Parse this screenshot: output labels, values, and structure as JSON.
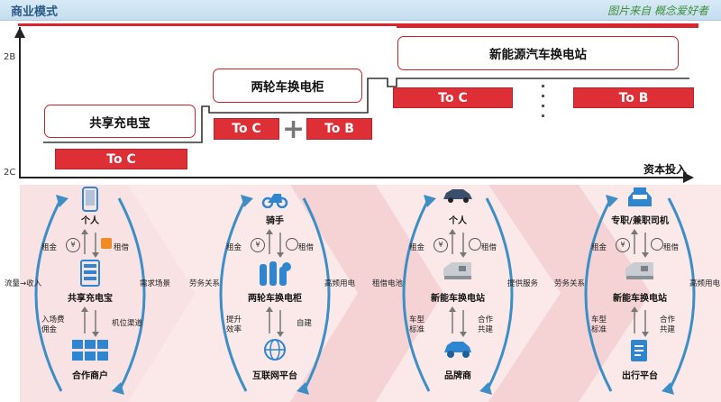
{
  "header": {
    "title": "商业模式",
    "brand": "图片来自 概念爱好者"
  },
  "axes": {
    "y_top": "2B",
    "y_bottom": "2C",
    "x_label": "资本投入"
  },
  "stages": {
    "stage1": "共享充电宝",
    "stage2": "两轮车换电柜",
    "stage3": "新能源汽车换电站"
  },
  "tags": {
    "s1_toc": "To C",
    "s2_toc": "To C",
    "s2_tob": "To B",
    "s3_toc": "To C",
    "s3_tob": "To B",
    "plus": "+"
  },
  "panels": [
    {
      "left_side": "流量→收入",
      "right_side": "需求场景",
      "top": "个人",
      "mid": "共享充电宝",
      "bottom": "合作商户",
      "up_left": "租金",
      "up_right": "租借",
      "down_left_1": "入场费",
      "down_left_2": "佣金",
      "down_right": "机位渠道"
    },
    {
      "left_side": "劳务关系",
      "right_side": "高频用电",
      "top": "骑手",
      "mid": "两轮车换电柜",
      "bottom": "互联网平台",
      "up_left": "租金",
      "up_right": "租借",
      "down_left_1": "提升",
      "down_left_2": "效率",
      "down_right": "自建"
    },
    {
      "left_side": "租借电池",
      "right_side": "提供服务",
      "top": "个人",
      "mid": "新能车换电站",
      "bottom": "品牌商",
      "up_left": "租金",
      "up_right": "租借",
      "down_left_1": "车型",
      "down_left_2": "标准",
      "down_right_1": "合作",
      "down_right_2": "共建"
    },
    {
      "left_side": "劳务关系",
      "right_side": "高频用电",
      "top": "专职/兼职司机",
      "mid": "新能车换电站",
      "bottom": "出行平台",
      "up_left": "租金",
      "up_right": "租借",
      "down_left_1": "车型",
      "down_left_2": "标准",
      "down_right_1": "合作",
      "down_right_2": "共建"
    }
  ],
  "colors": {
    "accent": "#dd2f35",
    "arc": "#3d8ec5",
    "icon": "#2e86d0"
  }
}
